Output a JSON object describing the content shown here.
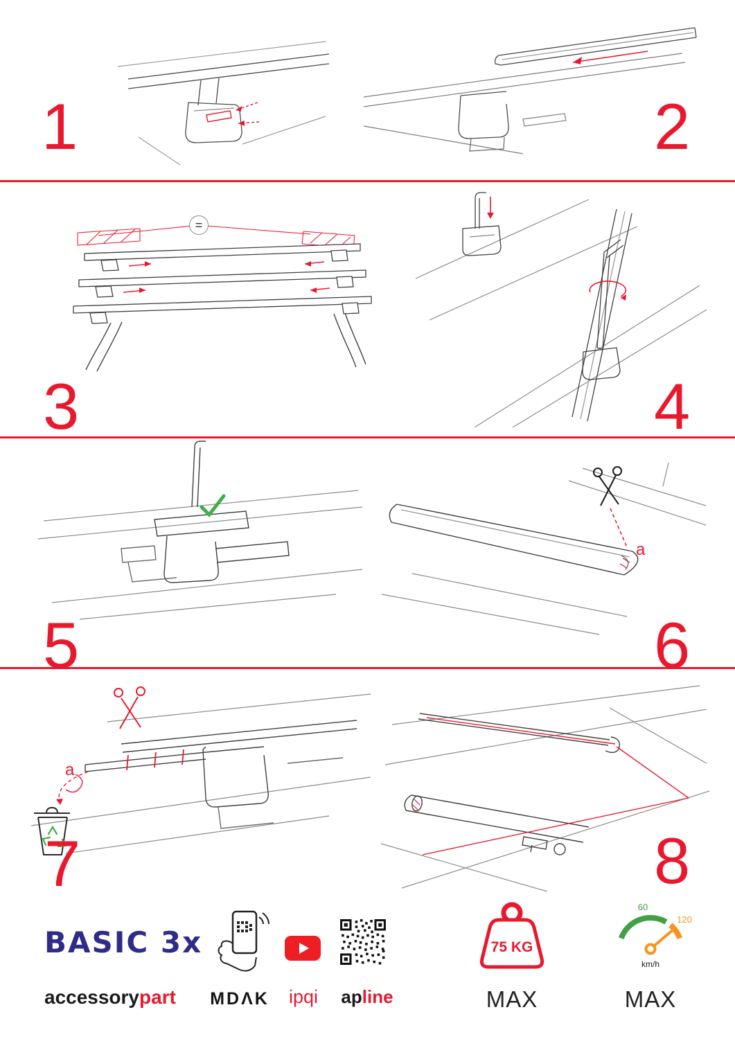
{
  "colors": {
    "accent": "#e8192e",
    "brand_blue": "#2e2c87",
    "green": "#3fae49",
    "orange": "#f7941d",
    "youtube_red": "#ed1f24",
    "ink": "#1a1a1a"
  },
  "steps": [
    {
      "number": "1"
    },
    {
      "number": "2"
    },
    {
      "number": "3"
    },
    {
      "number": "4"
    },
    {
      "number": "5"
    },
    {
      "number": "6"
    },
    {
      "number": "7"
    },
    {
      "number": "8"
    }
  ],
  "annotations": {
    "equal_symbol": "=",
    "step6_label": "a",
    "step7_label": "a"
  },
  "footer": {
    "product": {
      "name": "BASIC 3x",
      "brand_black": "accessory",
      "brand_red": "part"
    },
    "logos": {
      "mdak": "MDΛK",
      "ipqi": "ipqi",
      "apline_black": "ap",
      "apline_red": "line"
    },
    "weight": {
      "value": "75 KG",
      "label": "MAX"
    },
    "speed": {
      "low": "60",
      "high": "120",
      "unit": "km/h",
      "label": "MAX"
    }
  }
}
